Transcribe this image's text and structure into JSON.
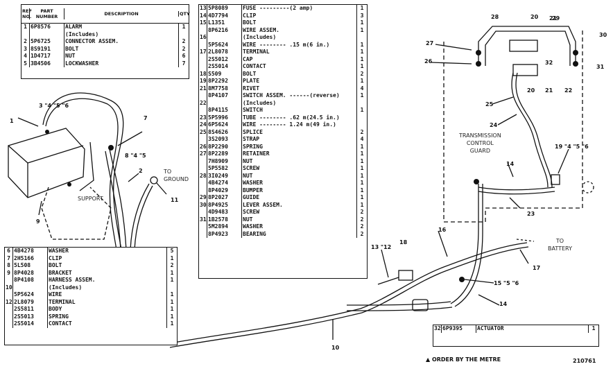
{
  "headers": {
    "ref": "REF NO.",
    "pn": "PART NUMBER",
    "desc": "DESCRIPTION",
    "qty": "QTY"
  },
  "table_a": [
    {
      "ref": "1",
      "pn": "6P8576",
      "desc": "ALARM",
      "qty": "1"
    },
    {
      "ref": "",
      "pn": "",
      "desc": "(Includes)",
      "qty": ""
    },
    {
      "ref": "2",
      "pn": "5P6725",
      "desc": "CONNECTOR ASSEM.",
      "qty": "2"
    },
    {
      "ref": "3",
      "pn": "8S9191",
      "desc": "BOLT",
      "qty": "2"
    },
    {
      "ref": "4",
      "pn": "1D4717",
      "desc": "NUT",
      "qty": "6"
    },
    {
      "ref": "5",
      "pn": "3B4506",
      "desc": "LOCKWASHER",
      "qty": "7"
    }
  ],
  "table_b": [
    {
      "ref": "13",
      "pn": "5P8089",
      "desc": "FUSE ---------(2 amp)",
      "qty": "1"
    },
    {
      "ref": "14",
      "pn": "4D7794",
      "desc": "CLIP",
      "qty": "3"
    },
    {
      "ref": "15",
      "pn": "L1351",
      "desc": "BOLT",
      "qty": "1"
    },
    {
      "ref": "",
      "pn": "8P6216",
      "desc": "WIRE ASSEM.",
      "qty": "1"
    },
    {
      "ref": "16",
      "pn": "",
      "desc": "(Includes)",
      "qty": ""
    },
    {
      "ref": "",
      "pn": "5P5624",
      "desc": "WIRE -------- .15 m(6 in.)",
      "qty": "1"
    },
    {
      "ref": "17",
      "pn": "2L8078",
      "desc": "TERMINAL",
      "qty": "1"
    },
    {
      "ref": "",
      "pn": "2S5012",
      "desc": "CAP",
      "qty": "1"
    },
    {
      "ref": "",
      "pn": "2S5014",
      "desc": "CONTACT",
      "qty": "1"
    },
    {
      "ref": "18",
      "pn": "S509",
      "desc": "BOLT",
      "qty": "2"
    },
    {
      "ref": "19",
      "pn": "8P2292",
      "desc": "PLATE",
      "qty": "1"
    },
    {
      "ref": "21",
      "pn": "8M7758",
      "desc": "RIVET",
      "qty": "4"
    },
    {
      "ref": "",
      "pn": "8P4107",
      "desc": "SWITCH ASSEM. ------(reverse)",
      "qty": "1"
    },
    {
      "ref": "22",
      "pn": "",
      "desc": "(Includes)",
      "qty": ""
    },
    {
      "ref": "",
      "pn": "8P4115",
      "desc": "SWITCH",
      "qty": "1"
    },
    {
      "ref": "23",
      "pn": "5P5996",
      "desc": "TUBE -------- .62 m(24.5 in.)",
      "qty": ""
    },
    {
      "ref": "24",
      "pn": "6P5624",
      "desc": "WIRE -------- 1.24 m(49 in.)",
      "qty": ""
    },
    {
      "ref": "25",
      "pn": "8S4626",
      "desc": "SPLICE",
      "qty": "2"
    },
    {
      "ref": "",
      "pn": "3S2093",
      "desc": "STRAP",
      "qty": "4"
    },
    {
      "ref": "26",
      "pn": "8P2290",
      "desc": "SPRING",
      "qty": "1"
    },
    {
      "ref": "27",
      "pn": "8P2289",
      "desc": "RETAINER",
      "qty": "1"
    },
    {
      "ref": "",
      "pn": "7H8909",
      "desc": "NUT",
      "qty": "1"
    },
    {
      "ref": "",
      "pn": "5P5582",
      "desc": "SCREW",
      "qty": "1"
    },
    {
      "ref": "28",
      "pn": "3I0249",
      "desc": "NUT",
      "qty": "1"
    },
    {
      "ref": "",
      "pn": "4B4274",
      "desc": "WASHER",
      "qty": "1"
    },
    {
      "ref": "",
      "pn": "8P4029",
      "desc": "BUMPER",
      "qty": "1"
    },
    {
      "ref": "29",
      "pn": "8P2027",
      "desc": "GUIDE",
      "qty": "1"
    },
    {
      "ref": "30",
      "pn": "8P4925",
      "desc": "LEVER ASSEM.",
      "qty": "1"
    },
    {
      "ref": "",
      "pn": "4D9483",
      "desc": "SCREW",
      "qty": "2"
    },
    {
      "ref": "31",
      "pn": "1B2578",
      "desc": "NUT",
      "qty": "2"
    },
    {
      "ref": "",
      "pn": "5M2894",
      "desc": "WASHER",
      "qty": "2"
    },
    {
      "ref": "",
      "pn": "8P4923",
      "desc": "BEARING",
      "qty": "2"
    }
  ],
  "table_c": [
    {
      "ref": "6",
      "pn": "4B4278",
      "desc": "WASHER",
      "qty": "5"
    },
    {
      "ref": "7",
      "pn": "2H5166",
      "desc": "CLIP",
      "qty": "1"
    },
    {
      "ref": "8",
      "pn": "5L508",
      "desc": "BOLT",
      "qty": "2"
    },
    {
      "ref": "9",
      "pn": "8P4028",
      "desc": "BRACKET",
      "qty": "1"
    },
    {
      "ref": "",
      "pn": "8P4108",
      "desc": "HARNESS ASSEM.",
      "qty": "1"
    },
    {
      "ref": "10",
      "pn": "",
      "desc": "(Includes)",
      "qty": ""
    },
    {
      "ref": "",
      "pn": "5P5624",
      "desc": "WIRE",
      "qty": "1"
    },
    {
      "ref": "12",
      "pn": "2L8079",
      "desc": "TERMINAL",
      "qty": "1"
    },
    {
      "ref": "",
      "pn": "2S5811",
      "desc": "BODY",
      "qty": "1"
    },
    {
      "ref": "",
      "pn": "2S5013",
      "desc": "SPRING",
      "qty": "1"
    },
    {
      "ref": "",
      "pn": "2S5014",
      "desc": "CONTACT",
      "qty": "1"
    }
  ],
  "table_d": [
    {
      "ref": "32",
      "pn": "6P9395",
      "desc": "ACTUATOR",
      "qty": "1"
    }
  ],
  "labels": {
    "support": "SUPPORT",
    "to_ground": "TO\nGROUND",
    "to_battery": "TO\nBATTERY",
    "guard": "TRANSMISSION\nCONTROL\nGUARD",
    "order_note": "ORDER BY THE METRE",
    "fig_no": "210761"
  },
  "callouts": [
    {
      "t": "1"
    },
    {
      "t": "2"
    },
    {
      "t": "3 \"4 \"5 \"6"
    },
    {
      "t": "7"
    },
    {
      "t": "8 \"4 \"5"
    },
    {
      "t": "9"
    },
    {
      "t": "10"
    },
    {
      "t": "11"
    },
    {
      "t": "13 \"12"
    },
    {
      "t": "18"
    },
    {
      "t": "16"
    },
    {
      "t": "17"
    },
    {
      "t": "15 \"5 \"6"
    },
    {
      "t": "14"
    },
    {
      "t": "14"
    },
    {
      "t": "23"
    },
    {
      "t": "24"
    },
    {
      "t": "25"
    },
    {
      "t": "19 \"4 \"5 \"6"
    },
    {
      "t": "20"
    },
    {
      "t": "21"
    },
    {
      "t": "22"
    },
    {
      "t": "26"
    },
    {
      "t": "27"
    },
    {
      "t": "28"
    },
    {
      "t": "21"
    },
    {
      "t": "20"
    },
    {
      "t": "29"
    },
    {
      "t": "30"
    },
    {
      "t": "31"
    },
    {
      "t": "32"
    }
  ],
  "markers": {
    "metre": "▲"
  }
}
